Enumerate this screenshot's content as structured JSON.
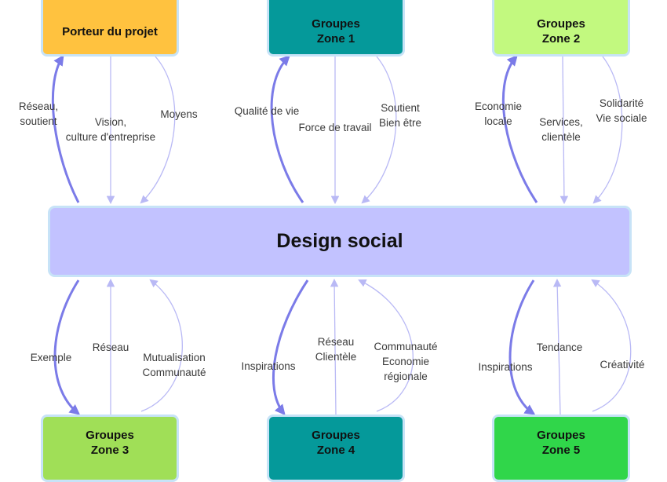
{
  "central": {
    "label": "Design social",
    "color": "#c2c2ff"
  },
  "nodes": {
    "porteur": {
      "line1": "Porteur du projet",
      "line2": "",
      "color": "#ffc23f"
    },
    "zone1": {
      "line1": "Groupes",
      "line2": "Zone 1",
      "color": "#05999a"
    },
    "zone2": {
      "line1": "Groupes",
      "line2": "Zone 2",
      "color": "#c2f97f"
    },
    "zone3": {
      "line1": "Groupes",
      "line2": "Zone 3",
      "color": "#a0df57"
    },
    "zone4": {
      "line1": "Groupes",
      "line2": "Zone 4",
      "color": "#05999a"
    },
    "zone5": {
      "line1": "Groupes",
      "line2": "Zone 5",
      "color": "#30d64a"
    }
  },
  "edge_labels": {
    "reseau_soutient": [
      "Réseau,",
      "soutient"
    ],
    "vision": [
      "Vision,",
      "culture d'entreprise"
    ],
    "moyens": [
      "Moyens"
    ],
    "qualite": [
      "Qualité de vie"
    ],
    "force": [
      "Force de travail"
    ],
    "soutient_bien": [
      "Soutient",
      "Bien être"
    ],
    "economie_locale": [
      "Economie",
      "locale"
    ],
    "services": [
      "Services,",
      "clientèle"
    ],
    "solidarite": [
      "Solidarité",
      "Vie sociale"
    ],
    "exemple": [
      "Exemple"
    ],
    "reseau3": [
      "Réseau"
    ],
    "mutualisation": [
      "Mutualisation",
      "Communauté"
    ],
    "inspirations4": [
      "Inspirations"
    ],
    "reseau_clientele": [
      "Réseau",
      "Clientèle"
    ],
    "communaute_eco": [
      "Communauté",
      "Economie",
      "régionale"
    ],
    "inspirations5": [
      "Inspirations"
    ],
    "tendance": [
      "Tendance"
    ],
    "creativite": [
      "Créativité"
    ]
  },
  "colors": {
    "thick_edge": "#7b7be8",
    "thin_edge": "#b9b9f5",
    "node_border": "#c7e3f7"
  }
}
